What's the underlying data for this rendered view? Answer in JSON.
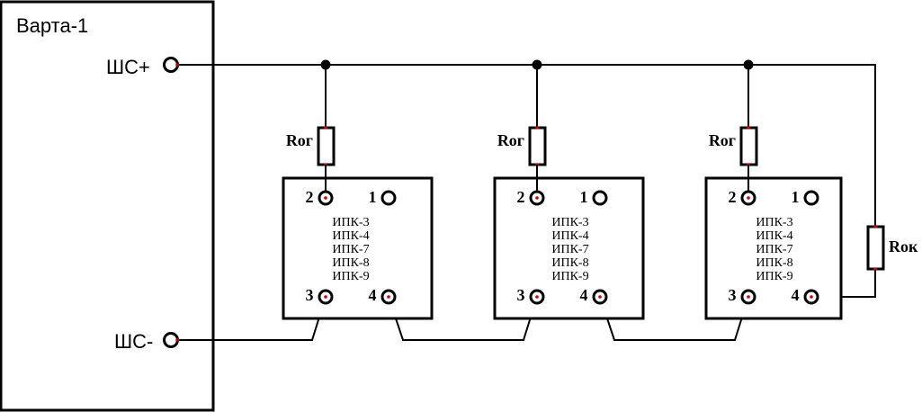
{
  "panel": {
    "title": "Варта-1",
    "terminal_plus": "ШС+",
    "terminal_minus": "ШС-"
  },
  "detectors": [
    {
      "pin_labels": [
        "2",
        "1",
        "3",
        "4"
      ],
      "models": [
        "ИПК-3",
        "ИПК-4",
        "ИПК-7",
        "ИПК-8",
        "ИПК-9"
      ],
      "resistor_label": "Rог"
    },
    {
      "pin_labels": [
        "2",
        "1",
        "3",
        "4"
      ],
      "models": [
        "ИПК-3",
        "ИПК-4",
        "ИПК-7",
        "ИПК-8",
        "ИПК-9"
      ],
      "resistor_label": "Rог"
    },
    {
      "pin_labels": [
        "2",
        "1",
        "3",
        "4"
      ],
      "models": [
        "ИПК-3",
        "ИПК-4",
        "ИПК-7",
        "ИПК-8",
        "ИПК-9"
      ],
      "resistor_label": "Rог"
    }
  ],
  "end_resistor": {
    "label": "Rок"
  }
}
